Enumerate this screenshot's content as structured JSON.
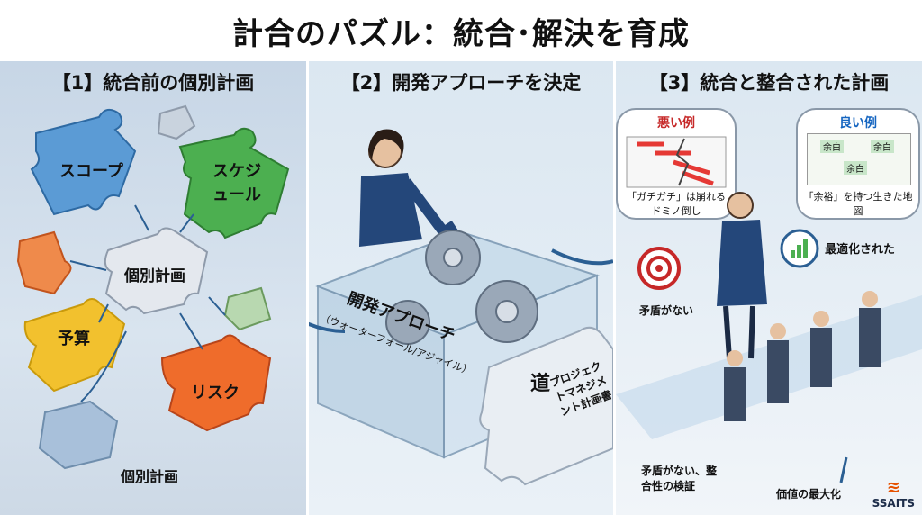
{
  "title": "計合のパズル：統合･解決を育成",
  "panel1": {
    "title": "【1】統合前の個別計画",
    "pieces": {
      "scope": "スコープ",
      "schedule": "スケジュール",
      "center": "個別計画",
      "budget": "予算",
      "risk": "リスク",
      "bottom": "個別計画"
    }
  },
  "panel2": {
    "title": "【2】開発アプローチを決定",
    "box_label": "開発アプローチ",
    "box_sub": "（ウォーターフォール/アジャイル）",
    "puzzle_main": "道",
    "puzzle_text": "プロジェクトマネジメント計画書"
  },
  "panel3": {
    "title": "【3】統合と整合された計画",
    "bad_title": "悪い例",
    "bad_caption": "「ガチガチ」は崩れるドミノ倒し",
    "good_title": "良い例",
    "good_caption": "「余裕」を持つ生きた地図",
    "good_cells": [
      "余白",
      "余白",
      "余白"
    ],
    "no_conflict": "矛盾がない",
    "optimized": "最適化された",
    "verify": "矛盾がない、整合性の検証",
    "maximize": "価値の最大化",
    "logo": "SSAITS"
  },
  "colors": {
    "scope": "#5b9bd5",
    "schedule": "#4caf50",
    "center": "#e4e8ee",
    "budget": "#f2c12e",
    "risk": "#ef6c2b",
    "accent": "#2b5f93"
  }
}
